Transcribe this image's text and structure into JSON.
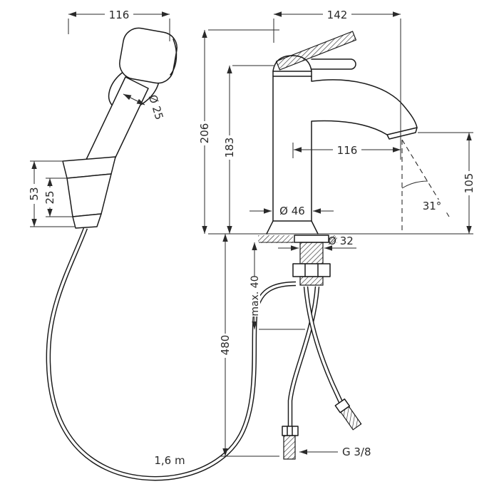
{
  "drawing": {
    "type": "technical-dimension-diagram",
    "subject": "single-lever basin mixer with hand shower, hose and supply connections",
    "labels": {
      "shower_width": "116",
      "faucet_depth": "142",
      "handle_diameter": "Ø 25",
      "total_height": "206",
      "spout_height": "183",
      "spout_reach": "116",
      "outlet_height": "105",
      "spray_angle": "31°",
      "holder_height": "53",
      "holder_depth": "25",
      "body_diameter": "Ø 46",
      "shank_diameter": "Ø 32",
      "max_mounting": "max. 40",
      "connection_length": "480",
      "hose_length": "1,6 m",
      "thread_size": "G 3/8"
    },
    "colors": {
      "line": "#1a1a1a",
      "dimension": "#2a2a2a",
      "background": "#ffffff"
    }
  }
}
